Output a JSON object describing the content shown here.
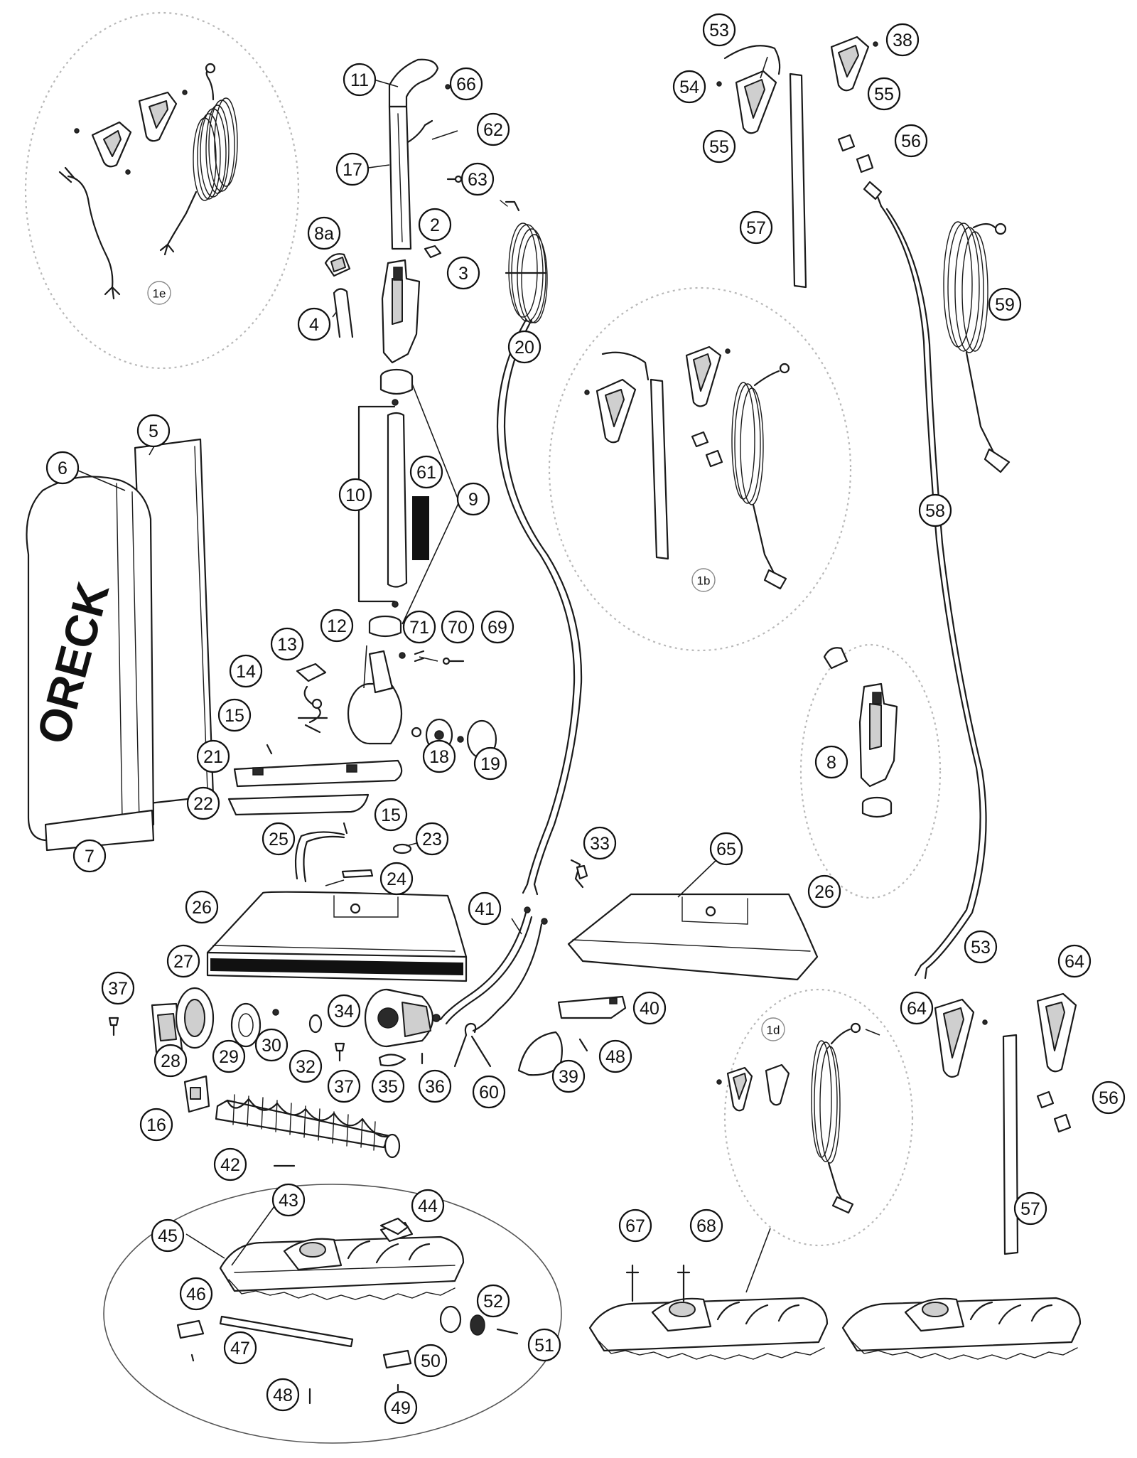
{
  "diagram": {
    "brand_text": "ORECK",
    "callouts": [
      {
        "id": "c-1e",
        "label": "1e"
      },
      {
        "id": "c-11",
        "label": "11"
      },
      {
        "id": "c-66",
        "label": "66"
      },
      {
        "id": "c-62",
        "label": "62"
      },
      {
        "id": "c-17",
        "label": "17"
      },
      {
        "id": "c-63",
        "label": "63"
      },
      {
        "id": "c-2",
        "label": "2"
      },
      {
        "id": "c-3",
        "label": "3"
      },
      {
        "id": "c-8a",
        "label": "8a"
      },
      {
        "id": "c-4",
        "label": "4"
      },
      {
        "id": "c-5",
        "label": "5"
      },
      {
        "id": "c-6",
        "label": "6"
      },
      {
        "id": "c-7",
        "label": "7"
      },
      {
        "id": "c-10",
        "label": "10"
      },
      {
        "id": "c-61",
        "label": "61"
      },
      {
        "id": "c-9",
        "label": "9"
      },
      {
        "id": "c-20",
        "label": "20"
      },
      {
        "id": "c-12",
        "label": "12"
      },
      {
        "id": "c-13",
        "label": "13"
      },
      {
        "id": "c-14",
        "label": "14"
      },
      {
        "id": "c-15a",
        "label": "15"
      },
      {
        "id": "c-71",
        "label": "71"
      },
      {
        "id": "c-70",
        "label": "70"
      },
      {
        "id": "c-69",
        "label": "69"
      },
      {
        "id": "c-18",
        "label": "18"
      },
      {
        "id": "c-19",
        "label": "19"
      },
      {
        "id": "c-21",
        "label": "21"
      },
      {
        "id": "c-22",
        "label": "22"
      },
      {
        "id": "c-15b",
        "label": "15"
      },
      {
        "id": "c-25",
        "label": "25"
      },
      {
        "id": "c-23",
        "label": "23"
      },
      {
        "id": "c-24",
        "label": "24"
      },
      {
        "id": "c-26a",
        "label": "26"
      },
      {
        "id": "c-27",
        "label": "27"
      },
      {
        "id": "c-41",
        "label": "41"
      },
      {
        "id": "c-33",
        "label": "33"
      },
      {
        "id": "c-65",
        "label": "65"
      },
      {
        "id": "c-26b",
        "label": "26"
      },
      {
        "id": "c-37a",
        "label": "37"
      },
      {
        "id": "c-28",
        "label": "28"
      },
      {
        "id": "c-29",
        "label": "29"
      },
      {
        "id": "c-30",
        "label": "30"
      },
      {
        "id": "c-34",
        "label": "34"
      },
      {
        "id": "c-32",
        "label": "32"
      },
      {
        "id": "c-37b",
        "label": "37"
      },
      {
        "id": "c-35",
        "label": "35"
      },
      {
        "id": "c-36",
        "label": "36"
      },
      {
        "id": "c-60",
        "label": "60"
      },
      {
        "id": "c-40",
        "label": "40"
      },
      {
        "id": "c-39",
        "label": "39"
      },
      {
        "id": "c-48a",
        "label": "48"
      },
      {
        "id": "c-16",
        "label": "16"
      },
      {
        "id": "c-42",
        "label": "42"
      },
      {
        "id": "c-43",
        "label": "43"
      },
      {
        "id": "c-44",
        "label": "44"
      },
      {
        "id": "c-45",
        "label": "45"
      },
      {
        "id": "c-46",
        "label": "46"
      },
      {
        "id": "c-47",
        "label": "47"
      },
      {
        "id": "c-52",
        "label": "52"
      },
      {
        "id": "c-51",
        "label": "51"
      },
      {
        "id": "c-48b",
        "label": "48"
      },
      {
        "id": "c-50",
        "label": "50"
      },
      {
        "id": "c-49",
        "label": "49"
      },
      {
        "id": "c-53a",
        "label": "53"
      },
      {
        "id": "c-38",
        "label": "38"
      },
      {
        "id": "c-54",
        "label": "54"
      },
      {
        "id": "c-55a",
        "label": "55"
      },
      {
        "id": "c-55b",
        "label": "55"
      },
      {
        "id": "c-56a",
        "label": "56"
      },
      {
        "id": "c-57a",
        "label": "57"
      },
      {
        "id": "c-59",
        "label": "59"
      },
      {
        "id": "c-58",
        "label": "58"
      },
      {
        "id": "c-1b",
        "label": "1b"
      },
      {
        "id": "c-8",
        "label": "8"
      },
      {
        "id": "c-53b",
        "label": "53"
      },
      {
        "id": "c-64a",
        "label": "64"
      },
      {
        "id": "c-64b",
        "label": "64"
      },
      {
        "id": "c-1d",
        "label": "1d"
      },
      {
        "id": "c-56b",
        "label": "56"
      },
      {
        "id": "c-57b",
        "label": "57"
      },
      {
        "id": "c-67",
        "label": "67"
      },
      {
        "id": "c-68",
        "label": "68"
      }
    ]
  }
}
